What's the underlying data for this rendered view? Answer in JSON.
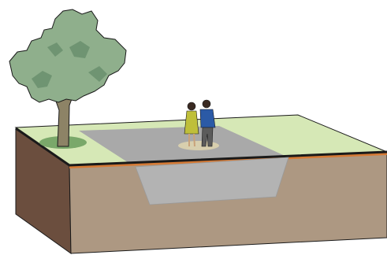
{
  "scene": {
    "colors": {
      "background": "#ffffff",
      "grass_top": "#d6e8b6",
      "grass_light": "#c6dd9e",
      "plaza_gray": "#a9a9a9",
      "pit_gray": "#b3b3b3",
      "soil_front": "#ad9882",
      "soil_side": "#6b4e3e",
      "topsoil_orange": "#d57a35",
      "outline": "#1a1a1a",
      "tree_trunk": "#8d8366",
      "tree_foliage": "#8faf8c",
      "tree_foliage_dark": "#6f9472",
      "tree_shadow": "#7aa86a",
      "person_woman_dress": "#bfbf3a",
      "person_man_jacket": "#2b5aa6",
      "person_man_trousers": "#5b5b5b",
      "person_shadow": "#d8cfae"
    },
    "elements": [
      "tree-icon",
      "two-people-icon",
      "paved-plaza",
      "excavated-pit",
      "grass-surface",
      "soil-block"
    ]
  }
}
